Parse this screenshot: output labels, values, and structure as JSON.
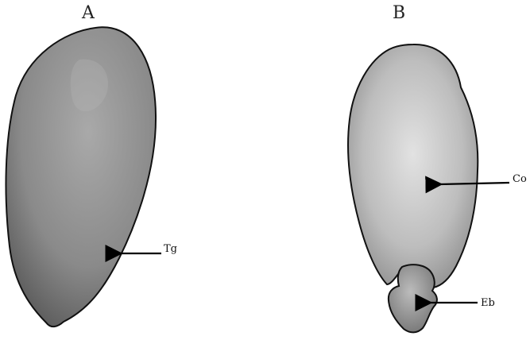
{
  "panels": {
    "a": {
      "letter": "A"
    },
    "b": {
      "letter": "B"
    }
  },
  "labels": {
    "tg": "Tg",
    "co": "Co",
    "eb": "Eb"
  },
  "colors": {
    "seed_dark": "#4a4a4a",
    "seed_mid": "#8e8e8e",
    "seed_light": "#c9c9c9",
    "outline": "#111111",
    "arrow": "#000000"
  }
}
